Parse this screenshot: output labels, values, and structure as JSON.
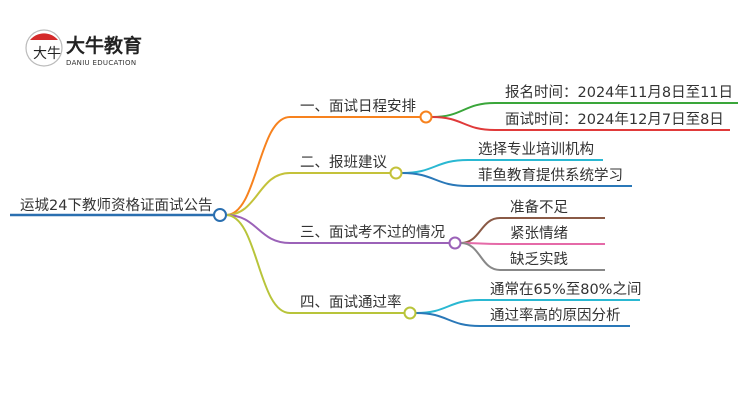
{
  "logo": {
    "name_cn": "大牛教育",
    "name_en": "DANIU EDUCATION",
    "mark": "大牛"
  },
  "root": {
    "label": "运城24下教师资格证面试公告",
    "color": "#2a6fb0"
  },
  "branches": [
    {
      "label": "一、面试日程安排",
      "color": "#f7821e",
      "children": [
        {
          "label": "报名时间：2024年11月8日至11日",
          "color": "#3aa63a"
        },
        {
          "label": "面试时间：2024年12月7日至8日",
          "color": "#e03a3a"
        }
      ]
    },
    {
      "label": "二、报班建议",
      "color": "#c4c23a",
      "children": [
        {
          "label": "选择专业培训机构",
          "color": "#2ab8d2"
        },
        {
          "label": "菲鱼教育提供系统学习",
          "color": "#2a78b8"
        }
      ]
    },
    {
      "label": "三、面试考不过的情况",
      "color": "#9b62b8",
      "children": [
        {
          "label": "准备不足",
          "color": "#8a5a46"
        },
        {
          "label": "紧张情绪",
          "color": "#e56aa8"
        },
        {
          "label": "缺乏实践",
          "color": "#888888"
        }
      ]
    },
    {
      "label": "四、面试通过率",
      "color": "#b8c43a",
      "children": [
        {
          "label": "通常在65%至80%之间",
          "color": "#2ab8d2"
        },
        {
          "label": "通过率高的原因分析",
          "color": "#2a78b8"
        }
      ]
    }
  ]
}
